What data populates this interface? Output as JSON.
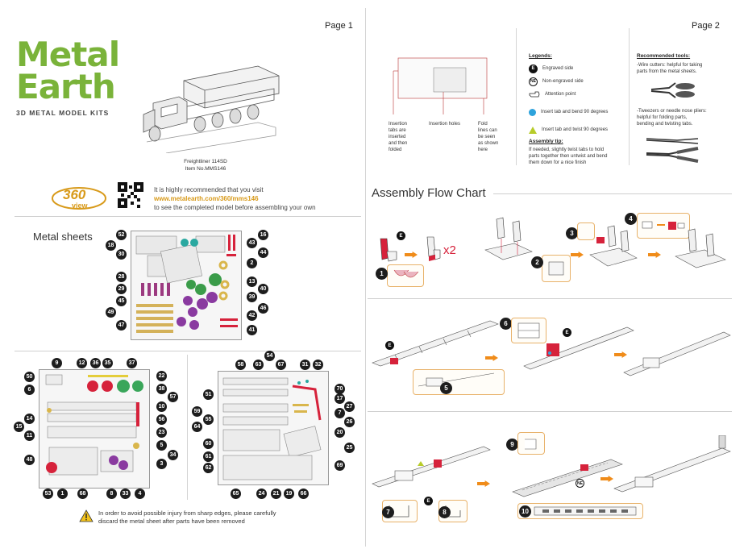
{
  "page1": {
    "page_label": "Page 1",
    "logo": {
      "line1": "Metal",
      "line2": "Earth",
      "subtitle": "3D METAL MODEL KITS"
    },
    "model": {
      "name": "Freightliner 114SD",
      "item_no": "Item No.MMS146"
    },
    "badge": {
      "number": "360",
      "word": "view"
    },
    "recommend": {
      "line1": "It is highly recommended that you visit",
      "url": "www.metalearth.com/360/mms146",
      "line3": "to see the completed model before assembling your own"
    },
    "metal_sheets_title": "Metal sheets",
    "sheet1_numbers": [
      "52",
      "18",
      "30",
      "28",
      "29",
      "45",
      "49",
      "47",
      "16",
      "43",
      "44",
      "2",
      "13",
      "40",
      "39",
      "46",
      "42",
      "41"
    ],
    "sheet2_numbers": [
      "9",
      "12",
      "36",
      "35",
      "37",
      "22",
      "38",
      "57",
      "50",
      "6",
      "14",
      "15",
      "11",
      "48",
      "53",
      "1",
      "68",
      "8",
      "33",
      "4",
      "3",
      "34",
      "5",
      "23",
      "56",
      "10"
    ],
    "sheet3_numbers": [
      "58",
      "63",
      "54",
      "67",
      "31",
      "32",
      "70",
      "27",
      "17",
      "7",
      "26",
      "20",
      "25",
      "69",
      "51",
      "59",
      "55",
      "64",
      "60",
      "61",
      "62",
      "65",
      "24",
      "21",
      "19",
      "66"
    ],
    "warning": {
      "line1": "In order to avoid possible injury from sharp edges, please carefully",
      "line2": "discard the metal sheet after parts have been removed"
    }
  },
  "page2": {
    "page_label": "Page 2",
    "diagram_labels": {
      "insertion_tabs": [
        "Insertion",
        "tabs are",
        "inserted",
        "and then",
        "folded"
      ],
      "insertion_holes": "Insertion holes",
      "fold_lines": [
        "Fold",
        "lines can",
        "be seen",
        "as shown",
        "here"
      ]
    },
    "legends": {
      "title": "Legends:",
      "items": [
        {
          "icon": "E",
          "label": "Engraved side"
        },
        {
          "icon": "NE",
          "label": "Non-engraved side"
        },
        {
          "icon": "hand-icon",
          "label": "Attention point"
        },
        {
          "icon": "blue-dot",
          "label": "Insert tab and bend 90 degrees"
        },
        {
          "icon": "green-triangle",
          "label": "Insert tab and twist 90 degrees"
        }
      ],
      "tip_title": "Assembly tip:",
      "tip_text": [
        "If needed, slightly twist tabs to hold",
        "parts together then untwist and bend",
        "them down for a nice finish"
      ]
    },
    "tools": {
      "title": "Recommended tools:",
      "wire_cutters": [
        "-Wire cutters: helpful for taking",
        "parts from the metal sheets."
      ],
      "tweezers": [
        "-Tweezers or needle nose pliers:",
        "helpful for folding parts,",
        "bending and twisting tabs."
      ]
    },
    "flow_title": "Assembly Flow Chart",
    "steps": [
      "1",
      "2",
      "3",
      "4",
      "5",
      "6",
      "7",
      "8",
      "9",
      "10"
    ],
    "x2_label": "x2",
    "marker_E": "E",
    "marker_NE": "NE"
  },
  "colors": {
    "brand_green": "#7ab33a",
    "url_orange": "#d89a1a",
    "arrow_orange": "#f08c1a",
    "legend_blue": "#2ea3dc",
    "legend_green": "#b7cc2a",
    "part_red": "#d6223b"
  }
}
